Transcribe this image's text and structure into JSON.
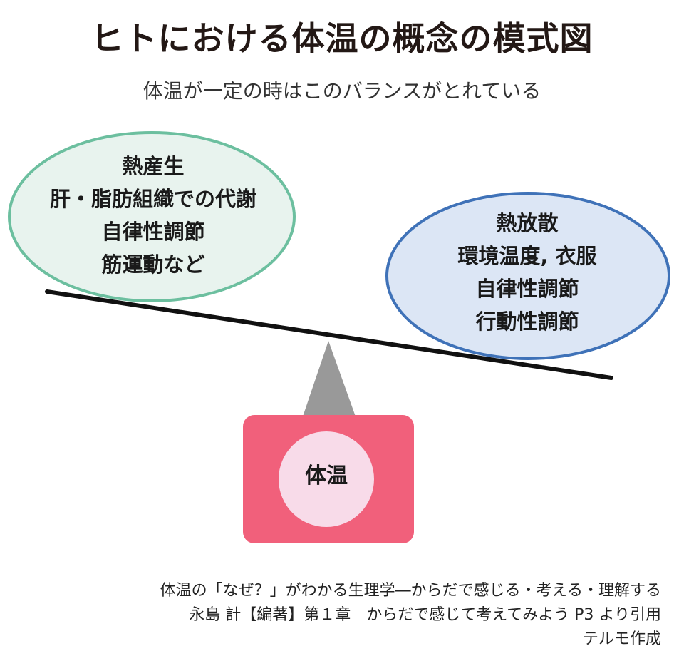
{
  "title": "ヒトにおける体温の概念の模式図",
  "subtitle": "体温が一定の時はこのバランスがとれている",
  "heat_production": {
    "lines": [
      "熱産生",
      "肝・脂肪組織での代謝",
      "自律性調節",
      "筋運動など"
    ],
    "fill": "#e8f3ee",
    "stroke": "#6cbf9f"
  },
  "heat_loss": {
    "lines": [
      "熱放散",
      "環境温度, 衣服",
      "自律性調節",
      "行動性調節"
    ],
    "fill": "#dce6f5",
    "stroke": "#3f72b8"
  },
  "body_temp": {
    "label": "体温",
    "box_color": "#f1607b",
    "circle_color": "#f8dbe9"
  },
  "fulcrum_color": "#999999",
  "beam_color": "#111111",
  "citation": {
    "line1": "体温の「なぜ？」がわかる生理学―からだで感じる・考える・理解する",
    "line2": "永島 計【編著】第１章　からだで感じて考えてみよう P3 より引用",
    "line3": "テルモ作成"
  }
}
